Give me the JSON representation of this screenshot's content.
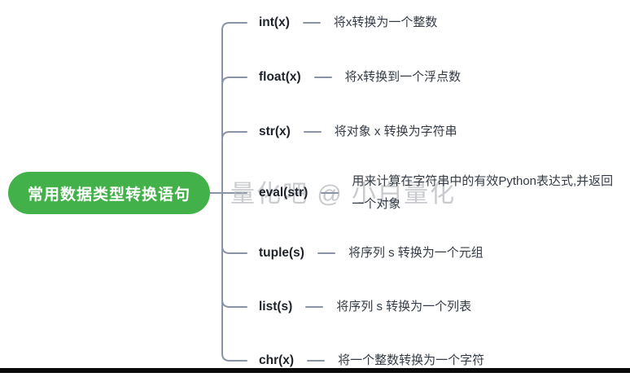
{
  "root": {
    "label": "常用数据类型转换语句"
  },
  "watermark": {
    "text": "量化吧 @ 小白量化"
  },
  "rows": [
    {
      "label": "int(x)",
      "desc": "将x转换为一个整数"
    },
    {
      "label": "float(x)",
      "desc": "将x转换到一个浮点数"
    },
    {
      "label": "str(x)",
      "desc": "将对象 x 转换为字符串"
    },
    {
      "label": "eval(str)",
      "desc": "用来计算在字符串中的有效Python表达式,并返回一个对象"
    },
    {
      "label": "tuple(s)",
      "desc": "将序列 s 转换为一个元组"
    },
    {
      "label": "list(s)",
      "desc": "将序列 s 转换为一个列表"
    },
    {
      "label": "chr(x)",
      "desc": "将一个整数转换为一个字符"
    }
  ],
  "colors": {
    "root_bg": "#43b149",
    "line": "#8a94a6",
    "label_text": "#1d222b",
    "desc_text": "#343b46",
    "watermark": "#b7babe",
    "bottom_bar": "#0a0a0a"
  }
}
